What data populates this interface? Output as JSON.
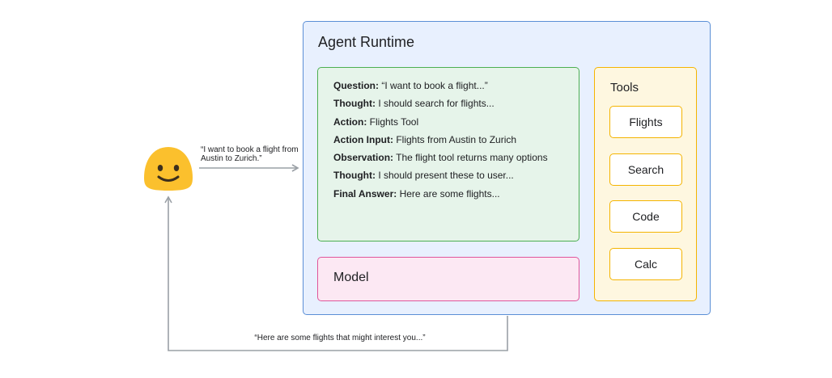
{
  "user": {
    "query": "“I want to book a flight from Austin to Zurich.”",
    "response": "“Here are some flights that might interest you...”"
  },
  "runtime": {
    "title": "Agent Runtime",
    "trace": [
      {
        "label": "Question:",
        "text": " “I want to book a flight...”"
      },
      {
        "label": "Thought:",
        "text": " I should search for flights..."
      },
      {
        "label": "Action:",
        "text": " Flights Tool"
      },
      {
        "label": "Action Input:",
        "text": " Flights from Austin to Zurich"
      },
      {
        "label": "Observation:",
        "text": " The flight tool returns many options"
      },
      {
        "label": "Thought:",
        "text": " I should present these to user..."
      },
      {
        "label": "Final Answer:",
        "text": " Here are some flights..."
      }
    ],
    "model_label": "Model"
  },
  "tools": {
    "title": "Tools",
    "items": [
      "Flights",
      "Search",
      "Code",
      "Calc"
    ]
  },
  "colors": {
    "runtime_fill": "#e8f0fe",
    "runtime_border": "#5b8fd6",
    "reasoning_fill": "#e6f4ea",
    "reasoning_border": "#4caf50",
    "model_fill": "#fce8f3",
    "model_border": "#e0559a",
    "tools_fill": "#fef7e0",
    "tools_border": "#f4b400",
    "face": "#fbc02d",
    "connector": "#9aa0a6"
  }
}
